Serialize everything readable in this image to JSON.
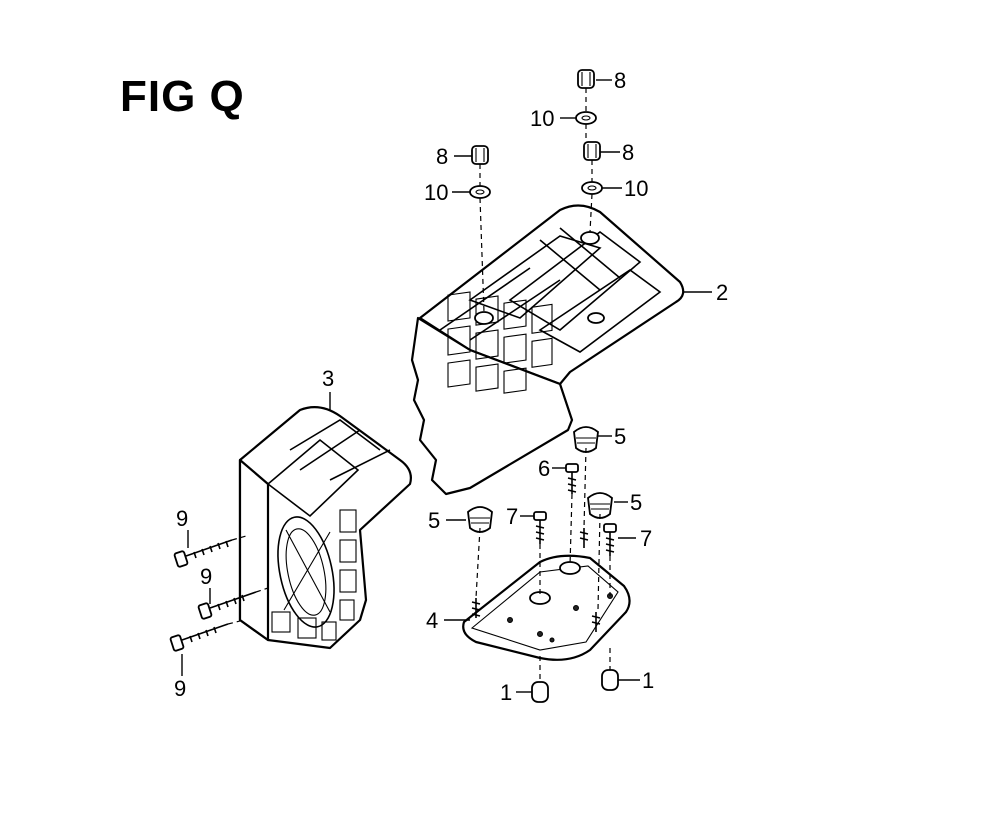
{
  "figure": {
    "title": "FIG Q"
  },
  "callouts": {
    "c1a": "1",
    "c1b": "1",
    "c2": "2",
    "c3": "3",
    "c4": "4",
    "c5a": "5",
    "c5b": "5",
    "c5c": "5",
    "c6": "6",
    "c7a": "7",
    "c7b": "7",
    "c8a": "8",
    "c8b": "8",
    "c8c": "8",
    "c9a": "9",
    "c9b": "9",
    "c9c": "9",
    "c10a": "10",
    "c10b": "10",
    "c10c": "10"
  }
}
